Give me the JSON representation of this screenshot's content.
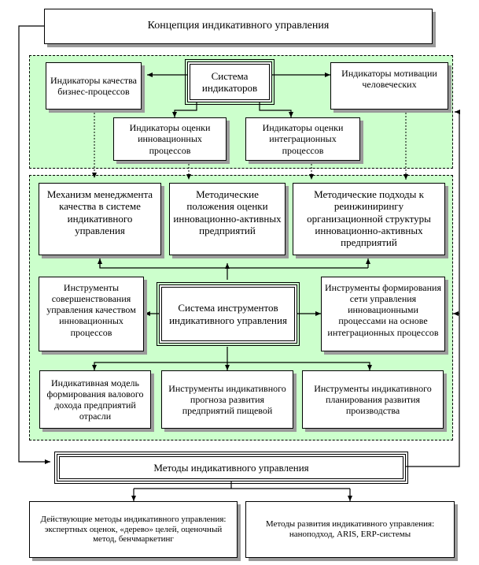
{
  "diagram": {
    "concept": "Концепция индикативного управления",
    "indicators_system": "Система индикаторов",
    "indicators_business": "Индикаторы качества бизнес-процессов",
    "indicators_motivation": "Индикаторы мотивации человеческих",
    "indicators_innovation": "Индикаторы оценки инновационных процессов",
    "indicators_integration": "Индикаторы оценки интеграционных процессов",
    "mechanism": "Механизм менеджмента качества в системе индикативного управления",
    "method_positions": "Методические положения оценки инновационно-активных предприятий",
    "method_approaches": "Методические подходы к реинжинирингу организационной структуры инновационно-активных предприятий",
    "tools_system": "Система инструментов индикативного управления",
    "tools_improvement": "Инструменты совершенствования управления качеством инновационных процессов",
    "tools_network": "Инструменты формирования сети управления инновационными процессами на основе интеграционных процессов",
    "model_gross": "Индикативная модель формирования валового дохода предприятий отрасли",
    "forecast_tools": "Инструменты индикативного прогноза развития предприятий пищевой",
    "planning_tools": "Инструменты индикативного планирования развития производства",
    "methods": "Методы индикативного управления",
    "current_methods": "Действующие методы индикативного управления: экспертных оценок, «дерево» целей, оценочный метод, бенчмаркетинг",
    "development_methods": "Методы развития индикативного управления: наноподход, ARIS, ERP-системы"
  }
}
